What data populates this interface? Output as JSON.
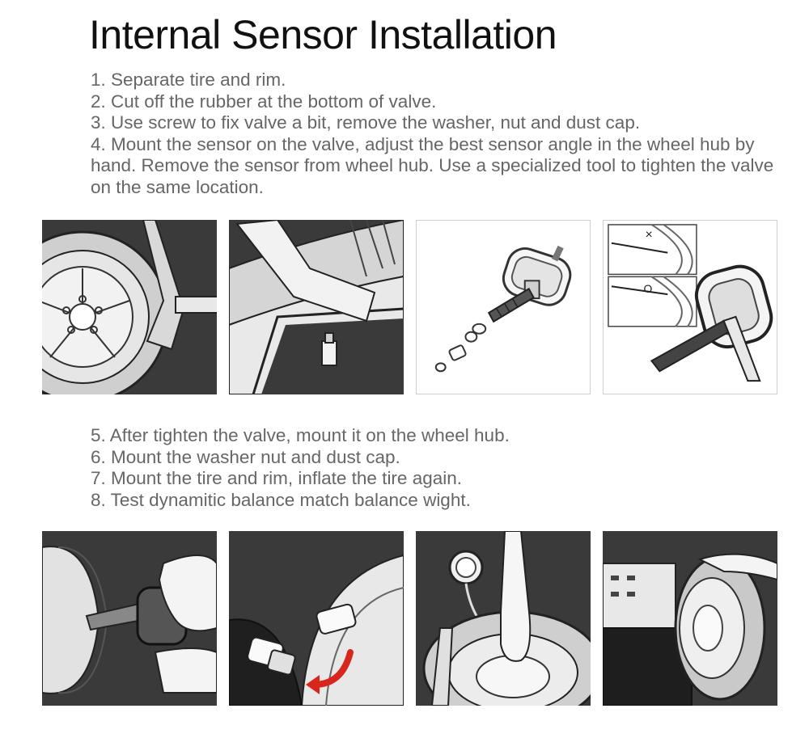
{
  "title": "Internal Sensor Installation",
  "steps_top": [
    "1. Separate tire and rim.",
    "2. Cut off the rubber at the bottom of valve.",
    "3. Use screw to fix valve a bit, remove the washer, nut and dust cap.",
    "4. Mount the sensor on the valve, adjust the best sensor angle in the wheel hub by hand. Remove the sensor from wheel hub. Use a specialized tool to tighten the valve on the same location."
  ],
  "steps_bottom": [
    "5. After tighten the valve, mount it on the wheel hub.",
    "6. Mount the washer nut and dust cap.",
    "7. Mount the tire and rim, inflate the tire again.",
    "8. Test dynamitic balance match balance wight."
  ],
  "panel_marks": {
    "wrong": "×",
    "right": "O"
  },
  "colors": {
    "panel_dark": "#3a3a3a",
    "arrow_red": "#d8261c",
    "text_gray": "#666666"
  }
}
